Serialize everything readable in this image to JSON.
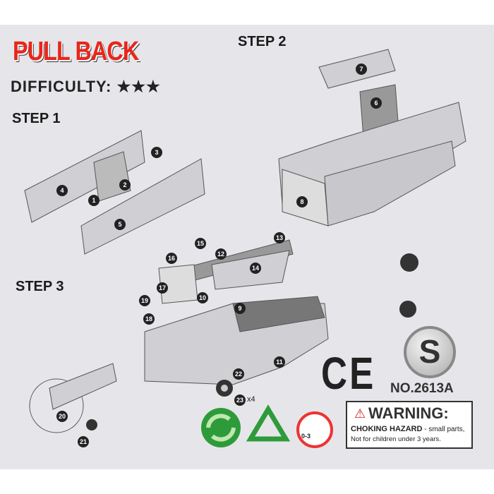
{
  "header": {
    "title": "PULL BACK",
    "difficulty_label": "DIFFICULTY:",
    "difficulty_stars": 3,
    "stars_text": "★★★"
  },
  "steps": [
    {
      "label": "STEP 1"
    },
    {
      "label": "STEP 2"
    },
    {
      "label": "STEP 3"
    }
  ],
  "parts": [
    "1",
    "2",
    "3",
    "4",
    "5",
    "6",
    "7",
    "8",
    "9",
    "10",
    "11",
    "12",
    "13",
    "14",
    "15",
    "16",
    "17",
    "18",
    "19",
    "20",
    "21",
    "22",
    "23"
  ],
  "wheel_quantity": "x4",
  "certification": {
    "ce": "CE",
    "s_mark": "S"
  },
  "model_number": "NO.2613A",
  "warning": {
    "title": "WARNING:",
    "hazard": "CHOKING HAZARD",
    "line1_rest": " - small parts,",
    "line2": "Not for children under 3 years."
  },
  "age_badge": "0-3",
  "colors": {
    "title_red": "#e8261c",
    "recycle_green": "#2e9b3a",
    "background": "#e6e6ea"
  }
}
